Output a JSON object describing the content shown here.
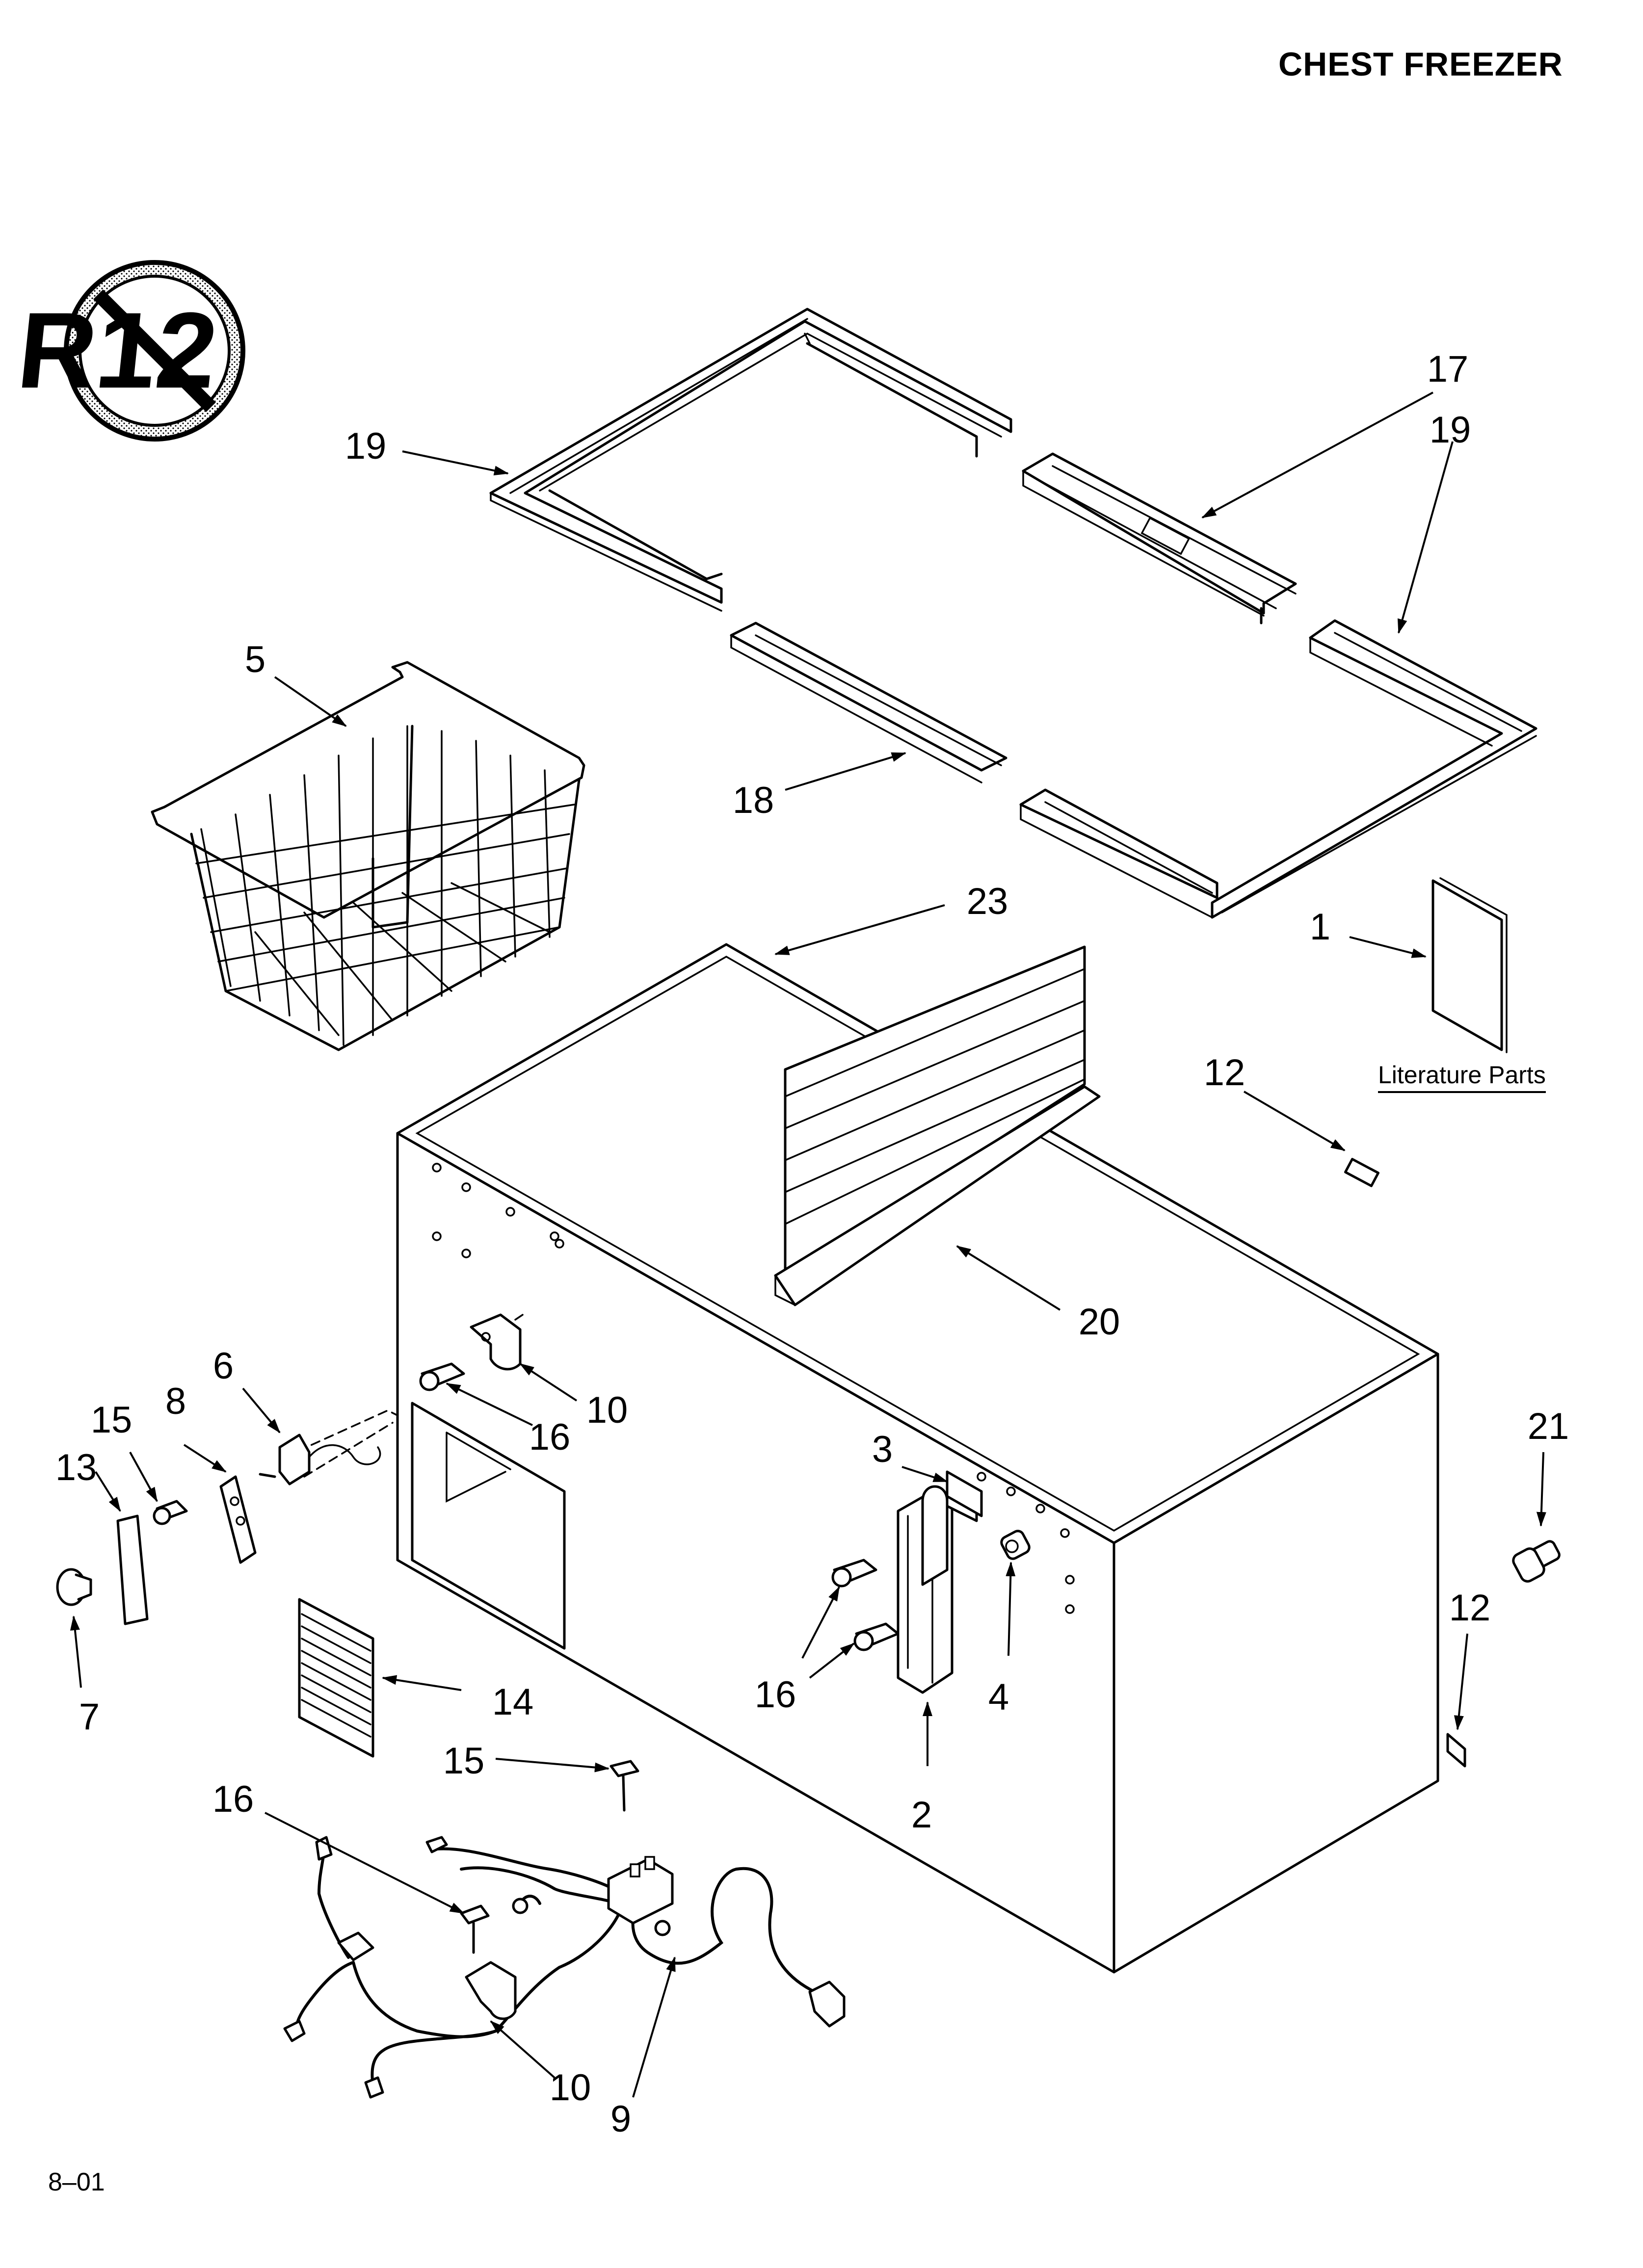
{
  "header": {
    "title": "CHEST FREEZER"
  },
  "footer": {
    "code": "8–01"
  },
  "literature": {
    "label": "Literature Parts"
  },
  "no_r12_badge": {
    "text": "R12",
    "icon": "no-r12-icon"
  },
  "callouts": [
    {
      "id": "c19a",
      "label": "19"
    },
    {
      "id": "c17",
      "label": "17"
    },
    {
      "id": "c19b",
      "label": "19"
    },
    {
      "id": "c5",
      "label": "5"
    },
    {
      "id": "c18",
      "label": "18"
    },
    {
      "id": "c23",
      "label": "23"
    },
    {
      "id": "c1",
      "label": "1"
    },
    {
      "id": "c12a",
      "label": "12"
    },
    {
      "id": "c20",
      "label": "20"
    },
    {
      "id": "c6",
      "label": "6"
    },
    {
      "id": "c15a",
      "label": "15"
    },
    {
      "id": "c8",
      "label": "8"
    },
    {
      "id": "c13",
      "label": "13"
    },
    {
      "id": "c10a",
      "label": "10"
    },
    {
      "id": "c16a",
      "label": "16"
    },
    {
      "id": "c3",
      "label": "3"
    },
    {
      "id": "c21",
      "label": "21"
    },
    {
      "id": "c12b",
      "label": "12"
    },
    {
      "id": "c7",
      "label": "7"
    },
    {
      "id": "c14",
      "label": "14"
    },
    {
      "id": "c16b",
      "label": "16"
    },
    {
      "id": "c4",
      "label": "4"
    },
    {
      "id": "c2",
      "label": "2"
    },
    {
      "id": "c15b",
      "label": "15"
    },
    {
      "id": "c16c",
      "label": "16"
    },
    {
      "id": "c10b",
      "label": "10"
    },
    {
      "id": "c9",
      "label": "9"
    }
  ]
}
